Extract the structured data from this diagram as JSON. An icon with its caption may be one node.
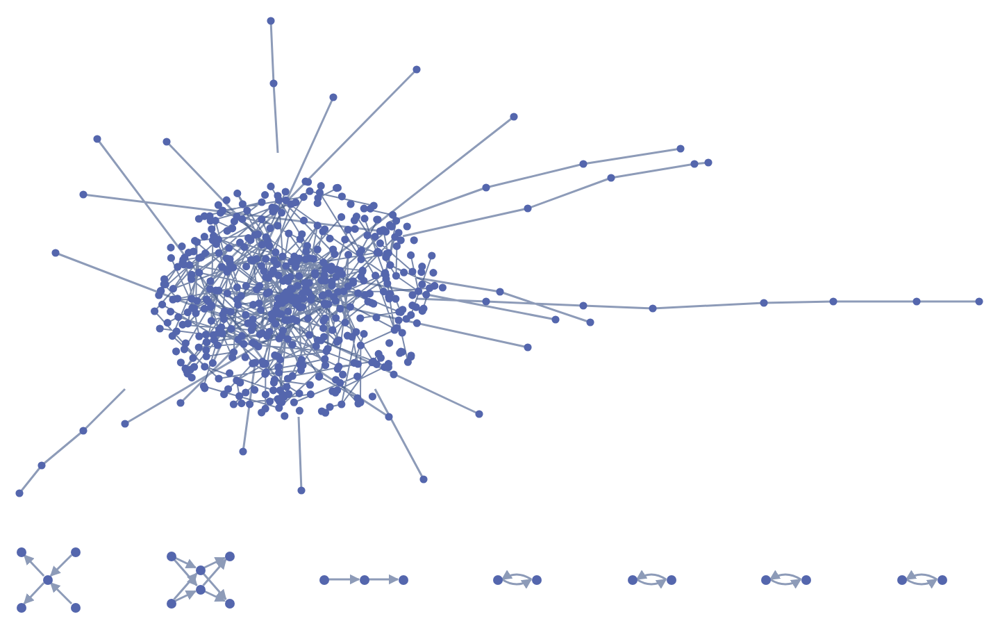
{
  "diagram": {
    "nodes": [
      {
        "text": [],
        "shape": "circle"
      },
      {
        "text": [],
        "shape": "circle"
      },
      {
        "text": [],
        "shape": "circle"
      },
      {
        "text": [],
        "shape": "circle"
      },
      {
        "text": [],
        "shape": "circle"
      },
      {
        "text": [],
        "shape": "circle"
      },
      {
        "text": [],
        "shape": "circle"
      },
      {
        "text": [],
        "shape": "circle"
      },
      {
        "text": [],
        "shape": "circle"
      },
      {
        "text": [],
        "shape": "circle"
      },
      {
        "text": [],
        "shape": "circle"
      },
      {
        "text": [],
        "shape": "circle"
      },
      {
        "text": [],
        "shape": "circle"
      },
      {
        "text": [],
        "shape": "circle"
      },
      {
        "text": [],
        "shape": "circle"
      },
      {
        "text": [],
        "shape": "circle"
      },
      {
        "text": [],
        "shape": "circle"
      },
      {
        "text": [],
        "shape": "circle"
      },
      {
        "text": [],
        "shape": "circle"
      },
      {
        "text": [],
        "shape": "circle"
      },
      {
        "text": [],
        "shape": "circle"
      },
      {
        "text": [],
        "shape": "circle"
      }
    ],
    "edges": [
      {
        "from": 2,
        "to": 0,
        "arrow": "to"
      },
      {
        "from": 1,
        "to": 2,
        "arrow": "to"
      },
      {
        "from": 2,
        "to": 3,
        "arrow": "to"
      },
      {
        "from": 4,
        "to": 2,
        "arrow": "to"
      },
      {
        "from": 5,
        "to": 7,
        "arrow": "to"
      },
      {
        "from": 5,
        "to": 8,
        "arrow": "to"
      },
      {
        "from": 9,
        "to": 8,
        "arrow": "to"
      },
      {
        "from": 9,
        "to": 7,
        "arrow": "to"
      },
      {
        "from": 7,
        "to": 6,
        "arrow": "to"
      },
      {
        "from": 8,
        "to": 6,
        "arrow": "to"
      },
      {
        "from": 7,
        "to": 10,
        "arrow": "to"
      },
      {
        "from": 8,
        "to": 10,
        "arrow": "to"
      },
      {
        "from": 11,
        "to": 12,
        "arrow": "to"
      },
      {
        "from": 12,
        "to": 13,
        "arrow": "to"
      },
      {
        "from": 14,
        "to": 15,
        "arrow": "to"
      },
      {
        "from": 15,
        "to": 14,
        "arrow": "to"
      },
      {
        "from": 16,
        "to": 17,
        "arrow": "to"
      },
      {
        "from": 17,
        "to": 16,
        "arrow": "to"
      },
      {
        "from": 18,
        "to": 19,
        "arrow": "to"
      },
      {
        "from": 19,
        "to": 18,
        "arrow": "to"
      },
      {
        "from": 20,
        "to": 21,
        "arrow": "to"
      },
      {
        "from": 21,
        "to": 20,
        "arrow": "to"
      }
    ]
  }
}
